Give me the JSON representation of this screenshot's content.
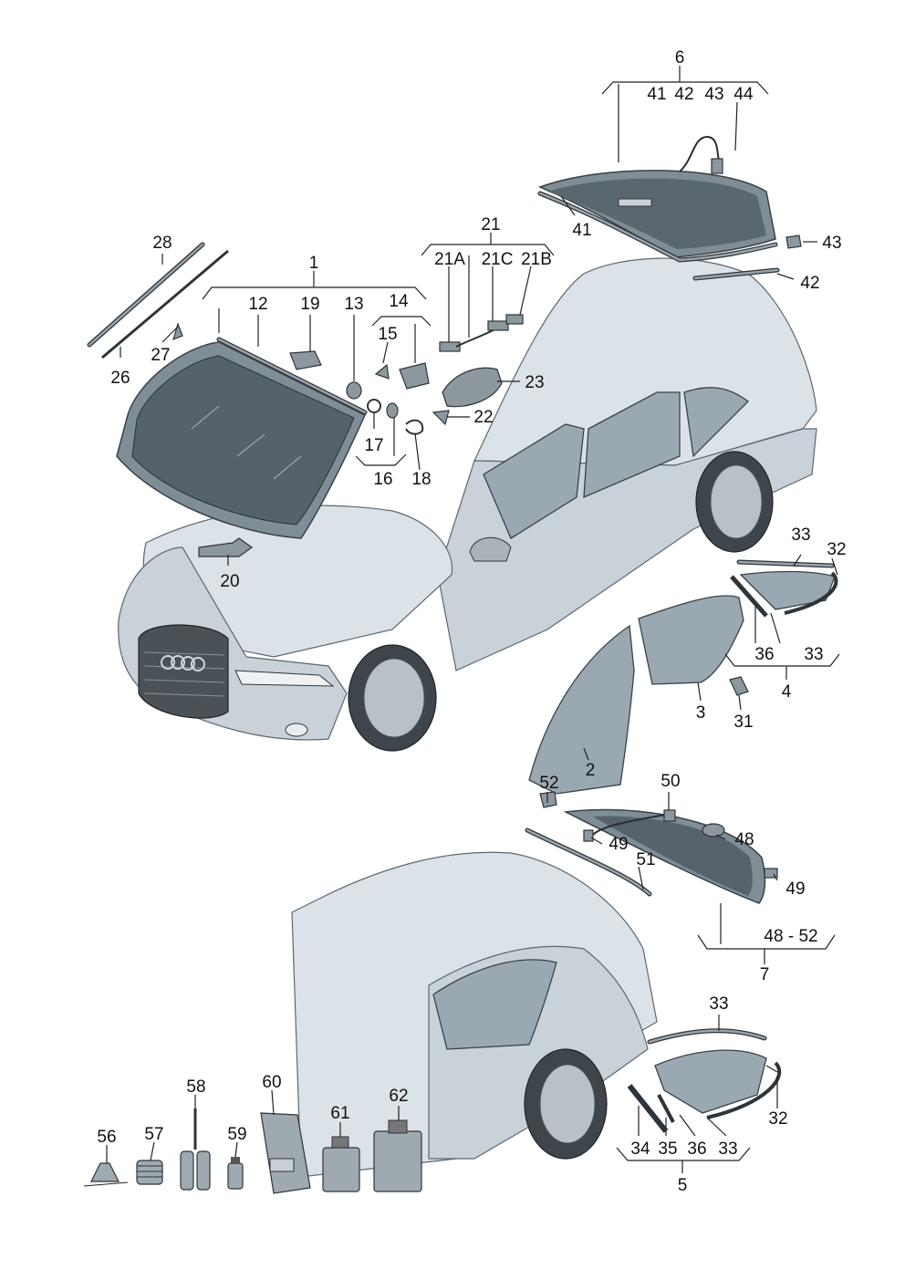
{
  "labels": {
    "l1": "1",
    "l2": "2",
    "l3": "3",
    "l4": "4",
    "l5": "5",
    "l6": "6",
    "l7": "7",
    "l12": "12",
    "l13": "13",
    "l14": "14",
    "l15": "15",
    "l16": "16",
    "l17": "17",
    "l18": "18",
    "l19": "19",
    "l20": "20",
    "l21": "21",
    "l21a": "21A",
    "l21b": "21B",
    "l21c": "21C",
    "l22": "22",
    "l23": "23",
    "l26": "26",
    "l27": "27",
    "l28": "28",
    "l31": "31",
    "l32a": "32",
    "l32b": "32",
    "l33a": "33",
    "l33b": "33",
    "l33c": "33",
    "l33d": "33",
    "l34": "34",
    "l35": "35",
    "l36a": "36",
    "l36b": "36",
    "l41a": "41",
    "l41b": "41",
    "l42a": "42",
    "l42b": "42",
    "l43a": "43",
    "l43b": "43",
    "l44": "44",
    "l48": "48",
    "l4852": "48 - 52",
    "l49a": "49",
    "l49b": "49",
    "l50": "50",
    "l51": "51",
    "l52": "52",
    "l56": "56",
    "l57": "57",
    "l58": "58",
    "l59": "59",
    "l60": "60",
    "l61": "61",
    "l62": "62"
  },
  "colors": {
    "glass": "#7e8d96",
    "body": "#c9d2d9",
    "line": "#222222"
  }
}
